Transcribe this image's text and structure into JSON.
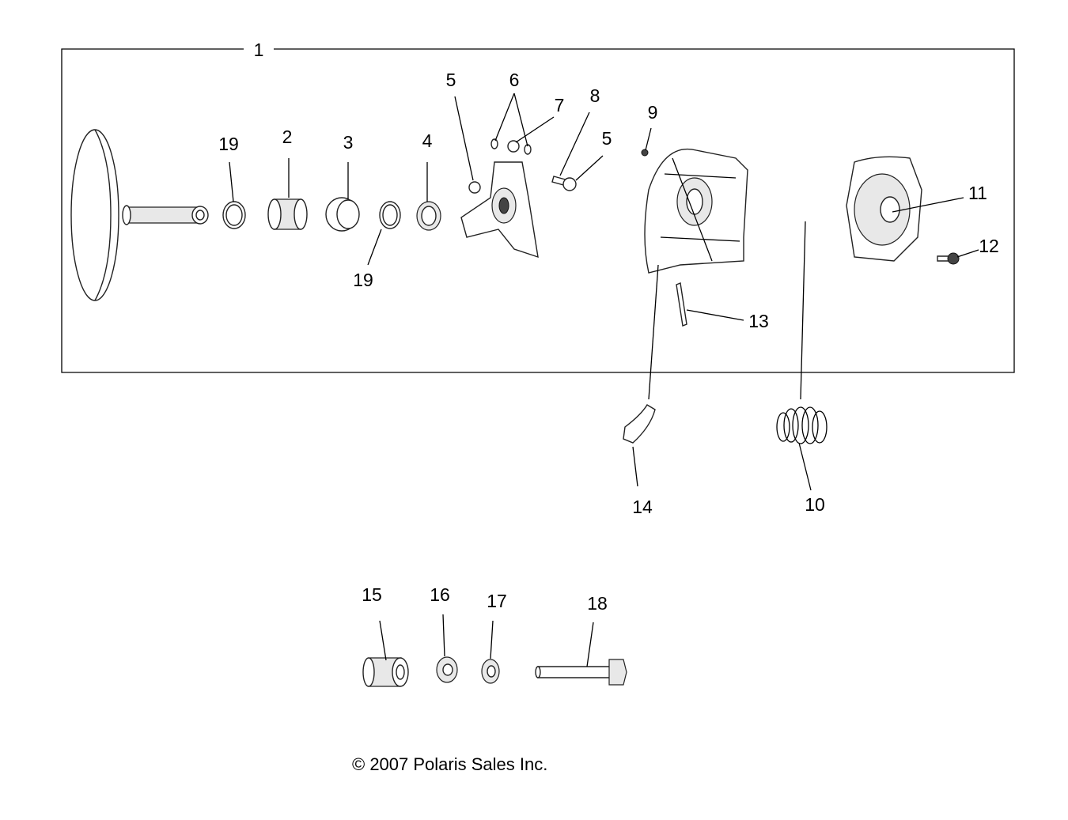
{
  "callouts": {
    "c1": "1",
    "c2": "2",
    "c3": "3",
    "c4": "4",
    "c5a": "5",
    "c5b": "5",
    "c6": "6",
    "c7": "7",
    "c8": "8",
    "c9": "9",
    "c10": "10",
    "c11": "11",
    "c12": "12",
    "c13": "13",
    "c14": "14",
    "c15": "15",
    "c16": "16",
    "c17": "17",
    "c18": "18",
    "c19a": "19",
    "c19b": "19"
  },
  "copyright": "© 2007 Polaris Sales Inc."
}
